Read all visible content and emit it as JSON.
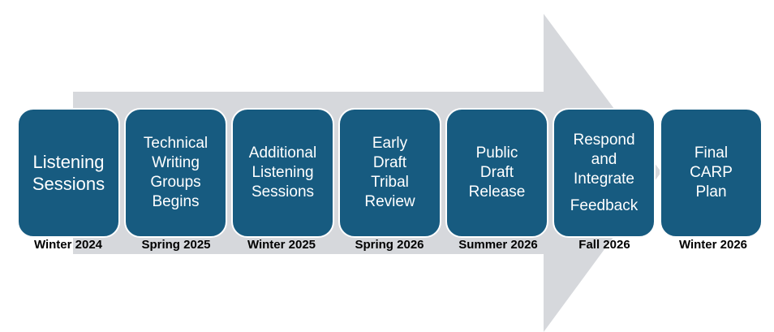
{
  "colors": {
    "arrow": "#d6d8dc",
    "box_fill": "#175b80",
    "box_border": "#ffffff",
    "date_text": "#000000"
  },
  "milestones": [
    {
      "lines": [
        "Listening",
        "Sessions"
      ],
      "date": "Winter 2024"
    },
    {
      "lines": [
        "Technical",
        "Writing",
        "Groups",
        "Begins"
      ],
      "date": "Spring 2025"
    },
    {
      "lines": [
        "Additional",
        "Listening",
        "Sessions"
      ],
      "date": "Winter 2025"
    },
    {
      "lines": [
        "Early",
        "Draft",
        "Tribal",
        "Review"
      ],
      "date": "Spring 2026"
    },
    {
      "lines": [
        "Public",
        "Draft",
        "Release"
      ],
      "date": "Summer 2026"
    },
    {
      "lines": [
        "Respond",
        "and",
        "Integrate",
        "Feedback"
      ],
      "date": "Fall 2026"
    },
    {
      "lines": [
        "Final",
        "CARP",
        "Plan"
      ],
      "date": "Winter 2026"
    }
  ]
}
